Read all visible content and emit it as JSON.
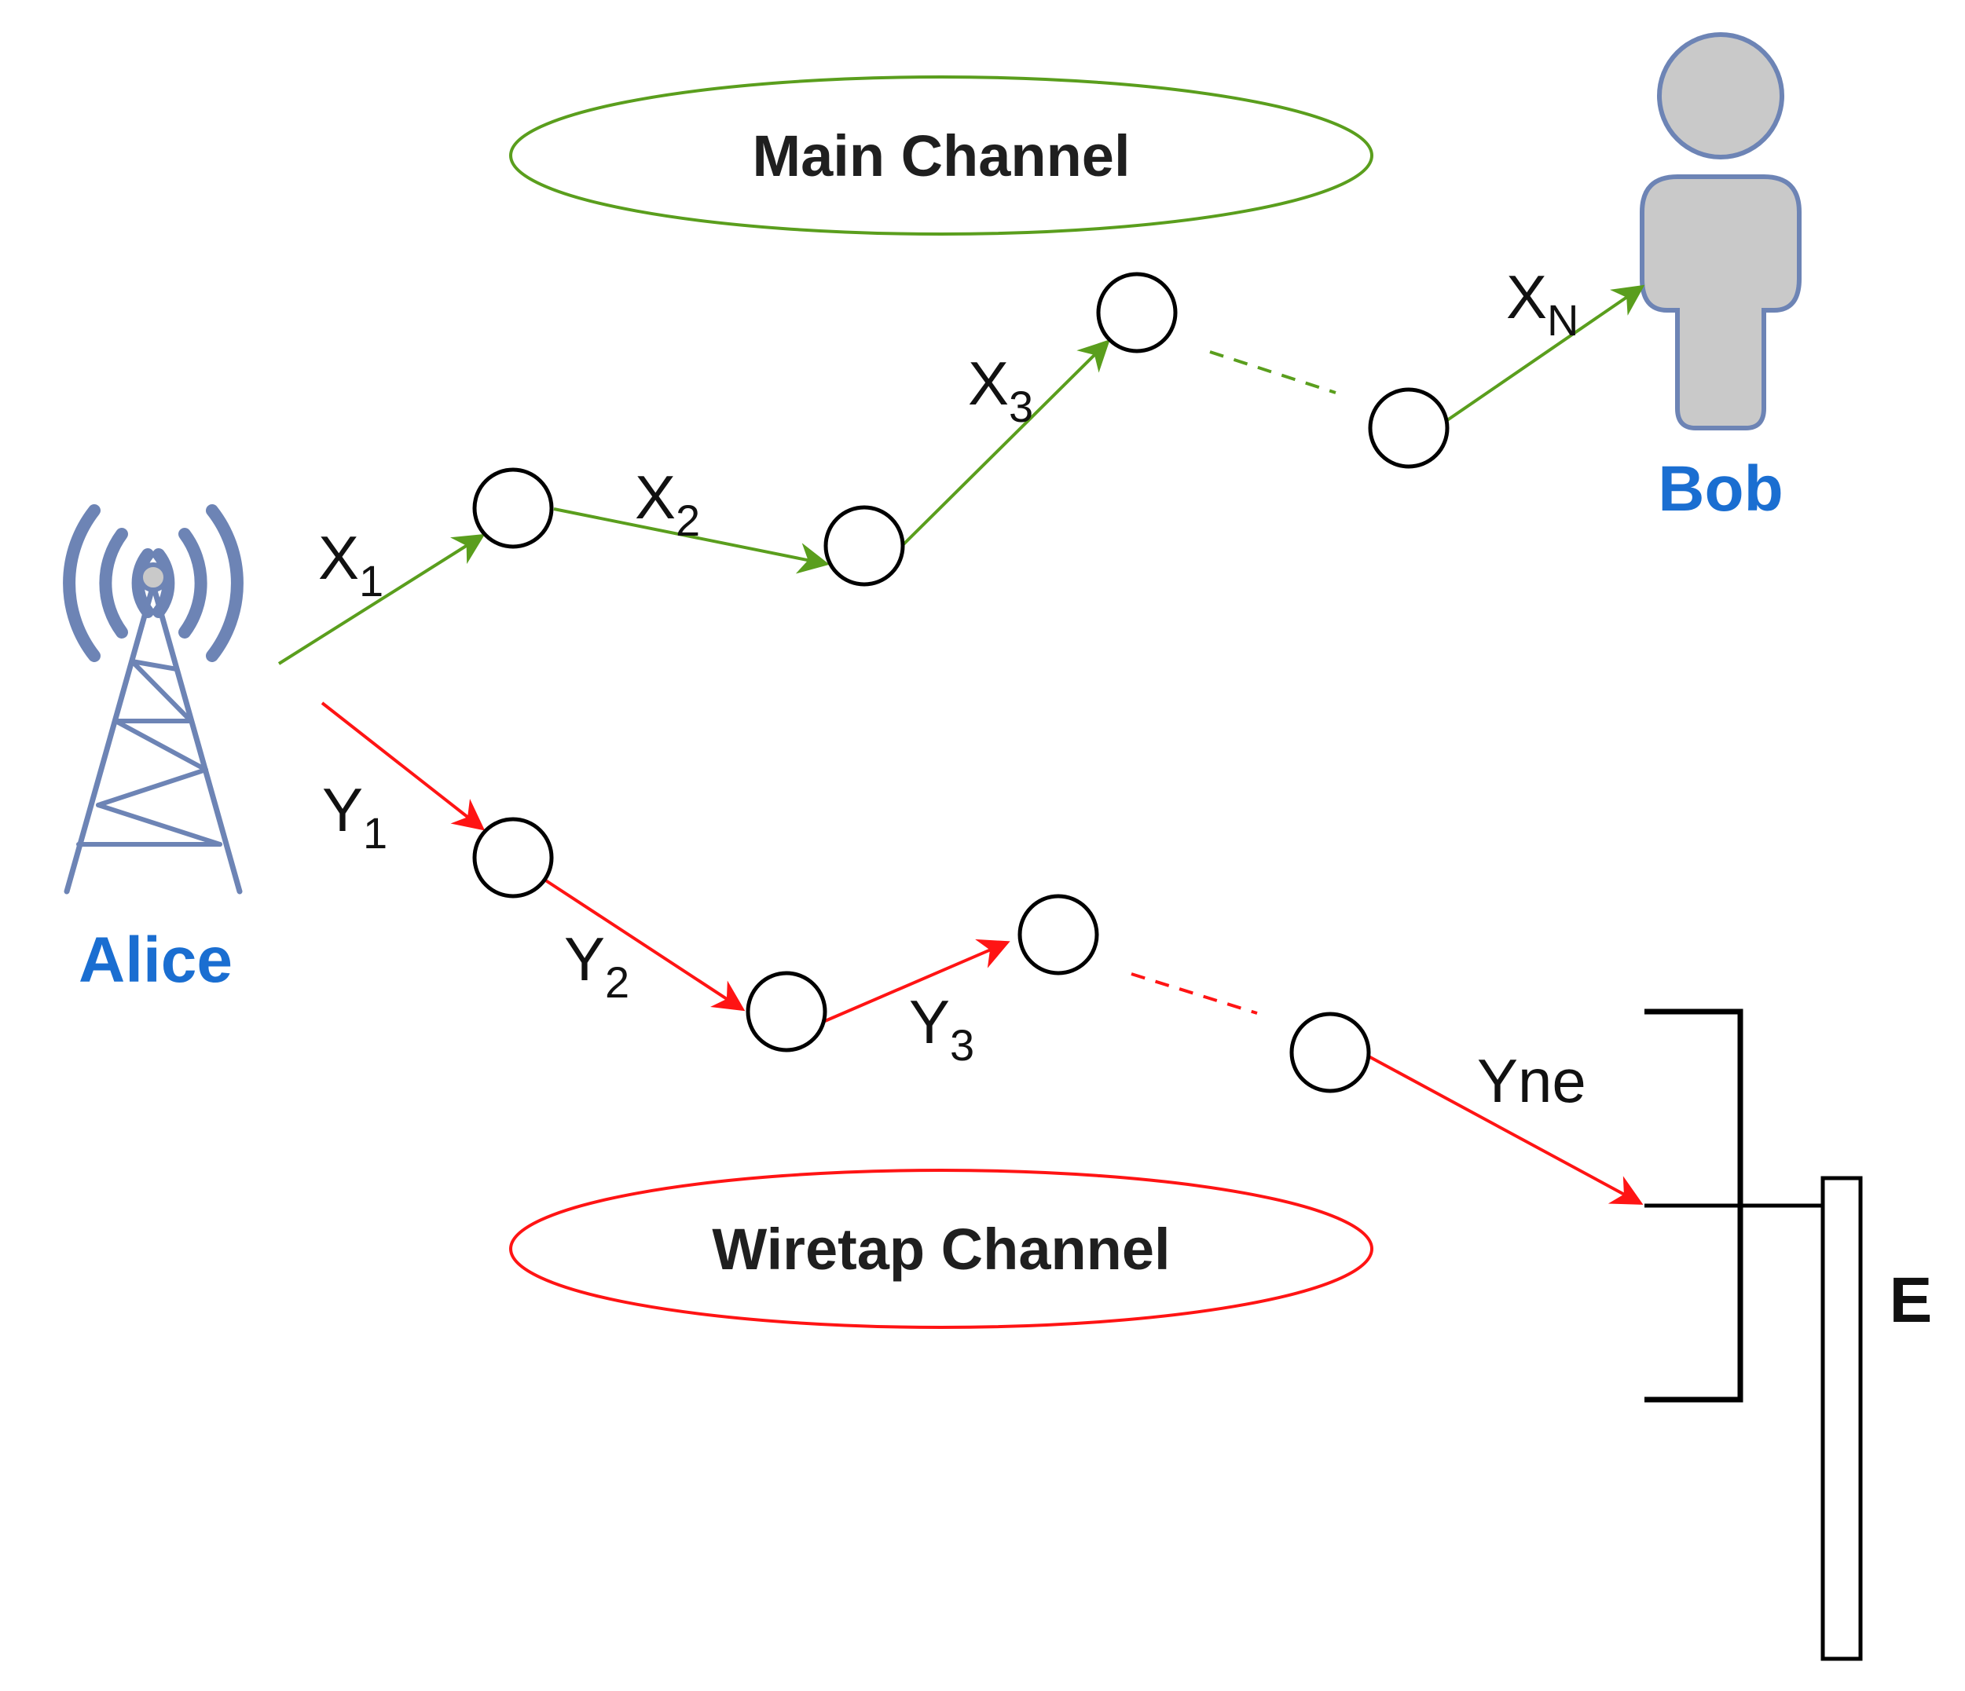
{
  "colors": {
    "main": "#5a9e1d",
    "wiretap": "#ff1414",
    "actor_text": "#1a6ed1",
    "tower": "#6d84b5",
    "person_fill": "#c9c9c9",
    "person_stroke": "#6d84b5",
    "node_stroke": "#000000"
  },
  "actors": {
    "alice": "Alice",
    "bob": "Bob",
    "eve": "E"
  },
  "channels": {
    "main": "Main Channel",
    "wiretap": "Wiretap Channel"
  },
  "labels": {
    "x1": {
      "base": "X",
      "sub": "1"
    },
    "x2": {
      "base": "X",
      "sub": "2"
    },
    "x3": {
      "base": "X",
      "sub": "3"
    },
    "xn": {
      "base": "X",
      "sub": "N"
    },
    "y1": {
      "base": "Y",
      "sub": "1"
    },
    "y2": {
      "base": "Y",
      "sub": "2"
    },
    "y3": {
      "base": "Y",
      "sub": "3"
    },
    "yne": "Yne"
  },
  "icons": {
    "alice": "radio-tower-icon",
    "bob": "person-icon",
    "eve": "eavesdropper-antenna-icon"
  }
}
